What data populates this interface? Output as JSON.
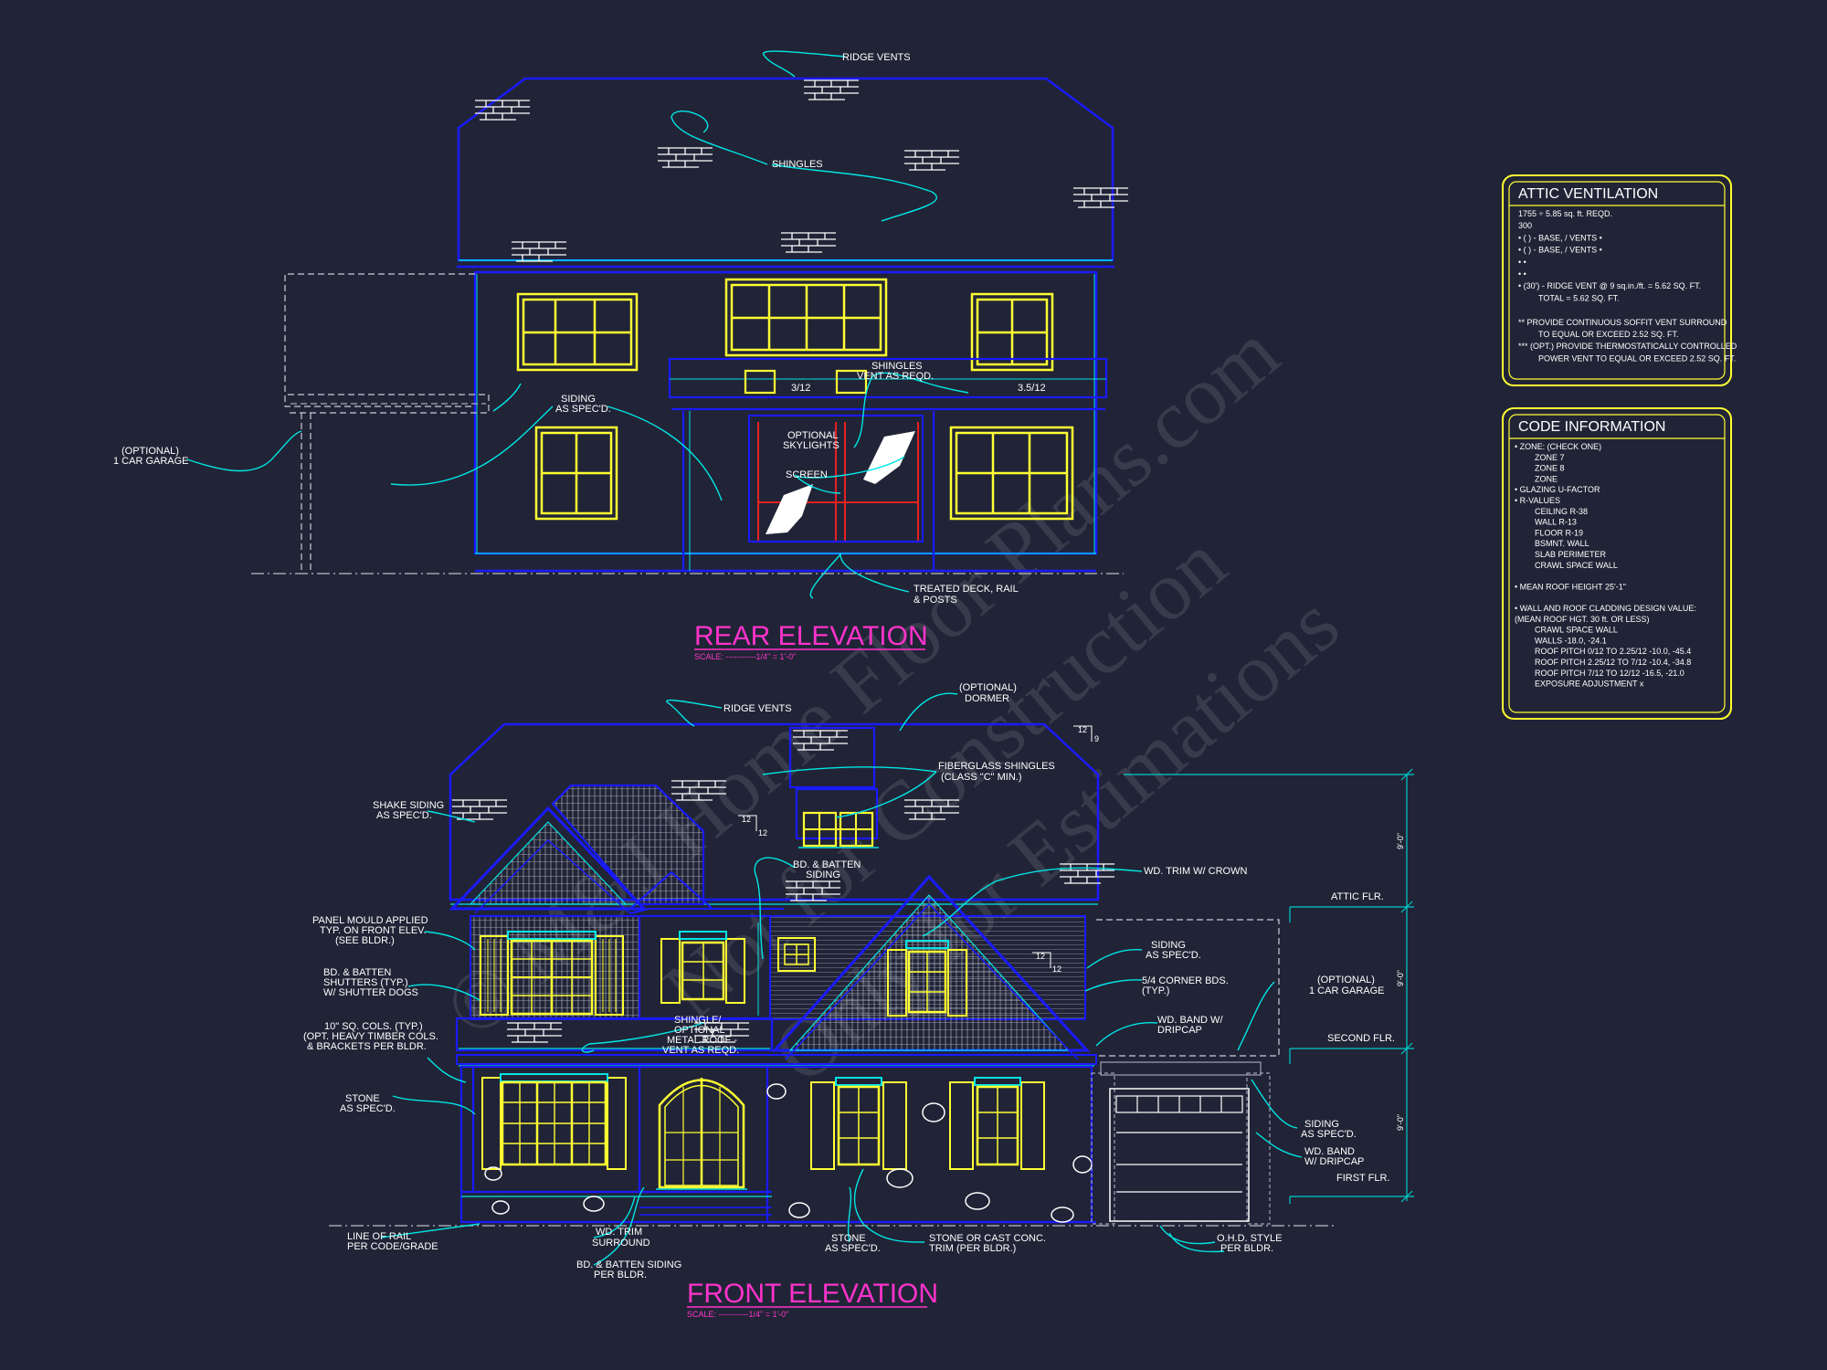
{
  "rear": {
    "title": "REAR ELEVATION",
    "scale": "SCALE: -----------1/4\" = 1'-0\"",
    "labels": {
      "ridge_vents": "RIDGE VENTS",
      "shingles": "SHINGLES",
      "siding_1": "SIDING",
      "siding_2": "AS SPEC'D.",
      "shingles_vent_1": "SHINGLES",
      "shingles_vent_2": "VENT AS REQD.",
      "pitch_a": "3/12",
      "pitch_b": "3.5/12",
      "optional_skylights_1": "OPTIONAL",
      "optional_skylights_2": "SKYLIGHTS",
      "screen": "SCREEN",
      "garage_1": "(OPTIONAL)",
      "garage_2": "1 CAR GARAGE",
      "deck_1": "TREATED DECK, RAIL",
      "deck_2": "& POSTS"
    }
  },
  "front": {
    "title": "FRONT ELEVATION",
    "scale": "SCALE: -----------1/4\" = 1'-0\"",
    "labels": {
      "ridge_vents": "RIDGE VENTS",
      "dormer_1": "(OPTIONAL)",
      "dormer_2": "DORMER",
      "fiberglass_1": "FIBERGLASS SHINGLES",
      "fiberglass_2": "(CLASS \"C\" MIN.)",
      "shake_1": "SHAKE SIDING",
      "shake_2": "AS SPEC'D.",
      "bd_batten_top_1": "BD. & BATTEN",
      "bd_batten_top_2": "SIDING",
      "wd_trim_crown": "WD. TRIM W/ CROWN",
      "attic_flr": "ATTIC FLR.",
      "panel_1": "PANEL MOULD APPLIED",
      "panel_2": "TYP. ON FRONT ELEV.",
      "panel_3": "(SEE BLDR.)",
      "shutters_1": "BD. & BATTEN",
      "shutters_2": "SHUTTERS (TYP.)",
      "shutters_3": "W/ SHUTTER DOGS",
      "siding_right_1": "SIDING",
      "siding_right_2": "AS SPEC'D.",
      "corner_1": "5/4 CORNER BDS.",
      "corner_2": "(TYP.)",
      "garage_1": "(OPTIONAL)",
      "garage_2": "1 CAR GARAGE",
      "cols_1": "10\" SQ. COLS. (TYP.)",
      "cols_2": "(OPT. HEAVY TIMBER COLS.",
      "cols_3": "& BRACKETS PER BLDR.",
      "metal_1": "SHINGLE/",
      "metal_2": "OPTIONAL",
      "metal_3": "METAL ROOF -",
      "metal_4": "VENT AS REQD.",
      "wd_band_1": "WD. BAND W/",
      "wd_band_2": "DRIPCAP",
      "second_flr": "SECOND FLR.",
      "stone_left_1": "STONE",
      "stone_left_2": "AS SPEC'D.",
      "siding_garage_1": "SIDING",
      "siding_garage_2": "AS SPEC'D.",
      "wd_band2_1": "WD. BAND",
      "wd_band2_2": "W/ DRIPCAP",
      "first_flr": "FIRST FLR.",
      "rail_1": "LINE OF RAIL",
      "rail_2": "PER CODE/GRADE",
      "wd_trim_1": "WD. TRIM",
      "wd_trim_2": "SURROUND",
      "stone_bot_1": "STONE",
      "stone_bot_2": "AS SPEC'D.",
      "cast_1": "STONE OR CAST CONC.",
      "cast_2": "TRIM (PER BLDR.)",
      "ohd_1": "O.H.D. STYLE",
      "ohd_2": "PER BLDR.",
      "bd_batten_bot_1": "BD. & BATTEN SIDING",
      "bd_batten_bot_2": "PER BLDR.",
      "dim_attic": "9'-0\"",
      "dim_second": "9'-0\"",
      "dim_first": "9'-0\"",
      "pitch_a": "12",
      "pitch_b": "9",
      "pitch_c": "12",
      "pitch_d": "12",
      "pitch_e": "12",
      "pitch_f": "12"
    }
  },
  "attic": {
    "title": "ATTIC VENTILATION",
    "lines": [
      "1755 ÷ 5.85 sq. ft. REQD.",
      "300",
      "• (    ) -        BASE,    /    VENTS   •",
      "• (    ) -        BASE,    /    VENTS   •",
      "•                                                    •",
      "•                                                    •",
      "• (30') - RIDGE VENT @ 9 sq.in./ft. = 5.62 SQ. FT.",
      "TOTAL        = 5.62 SQ. FT.",
      "",
      "** PROVIDE CONTINUOUS SOFFIT VENT SURROUND",
      "TO EQUAL OR EXCEED   2.52 SQ. FT.",
      "*** (OPT.) PROVIDE THERMOSTATICALLY CONTROLLED",
      "POWER VENT TO EQUAL OR EXCEED   2.52 SQ. FT."
    ]
  },
  "code": {
    "title": "CODE INFORMATION",
    "lines": [
      "• ZONE: (CHECK ONE)",
      "ZONE 7",
      "ZONE 8",
      "ZONE",
      "• GLAZING U-FACTOR",
      "• R-VALUES",
      "CEILING                    R-38",
      "WALL                        R-13",
      "FLOOR                     R-19",
      "BSMNT. WALL",
      "SLAB PERIMETER",
      "CRAWL SPACE WALL",
      "",
      "• MEAN ROOF HEIGHT  25'-1\"",
      "",
      "• WALL AND ROOF CLADDING DESIGN VALUE:",
      "(MEAN ROOF HGT. 30 ft. OR LESS)",
      "CRAWL SPACE WALL",
      "WALLS                              -18.0, -24.1",
      "ROOF PITCH 0/12 TO 2.25/12    -10.0, -45.4",
      "ROOF PITCH 2.25/12 TO 7/12    -10.4, -34.8",
      "ROOF PITCH 7/12 TO 12/12      -16.5, -21.0",
      "EXPOSURE ADJUSTMENT           x"
    ]
  },
  "watermark": {
    "line1": "© M&J Home Floor Plans.com",
    "line2": "Not for Construction",
    "line3": "Only for Estimations"
  },
  "colors": {
    "background": "#212436",
    "structure": "#1a1aff",
    "window": "#ffff33",
    "leader": "#00e5e5",
    "title": "#ff33cc",
    "text": "#ffffff",
    "panel_border": "#ffff33",
    "dimension": "#00cccc",
    "door_red": "#ff2020"
  }
}
